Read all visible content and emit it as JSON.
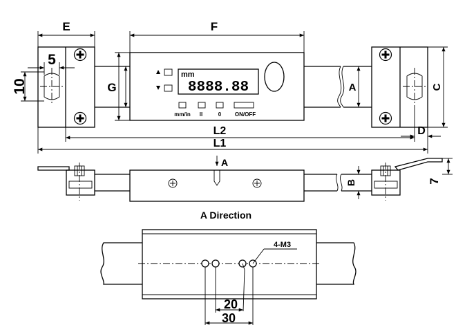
{
  "top_view": {
    "dims": {
      "E": "E",
      "F": "F",
      "five": "5",
      "ten": "10",
      "G": "G",
      "A": "A",
      "C": "C",
      "D": "D",
      "L2": "L2",
      "L1": "L1"
    },
    "display": {
      "unit": "mm",
      "reading": "8888.88"
    },
    "buttons": {
      "mm_in": "mm/in",
      "hold": "ll",
      "zero": "0",
      "power": "ON/OFF"
    }
  },
  "side_view": {
    "arrow_label": "A",
    "B": "B",
    "seven": "7"
  },
  "a_direction": {
    "title": "A Direction",
    "holes_label": "4-M3",
    "dim_20": "20",
    "dim_30": "30"
  }
}
